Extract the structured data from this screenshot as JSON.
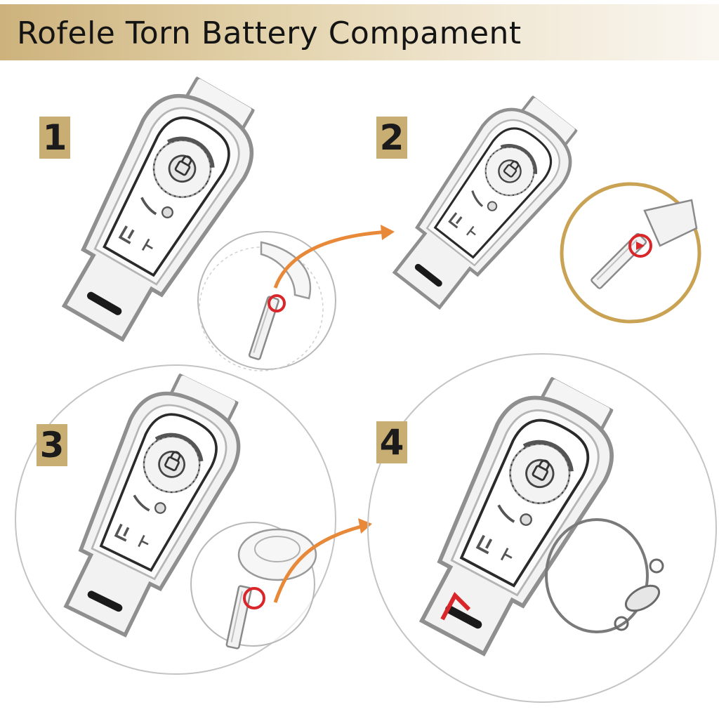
{
  "title": "Rofele Torn Battery Compament",
  "steps": [
    {
      "number": "1"
    },
    {
      "number": "2"
    },
    {
      "number": "3"
    },
    {
      "number": "4"
    }
  ],
  "colors": {
    "banner_gold": "#c9ae74",
    "arrow_orange": "#e8893a",
    "highlight_red": "#d8262a",
    "detail_ring_gold": "#c9a253",
    "fob_outline": "#8f8f8f"
  },
  "icons": [
    "key-fob",
    "lock-button-icon",
    "battery-icon",
    "curved-arrow-icon",
    "key-ring-icon"
  ]
}
